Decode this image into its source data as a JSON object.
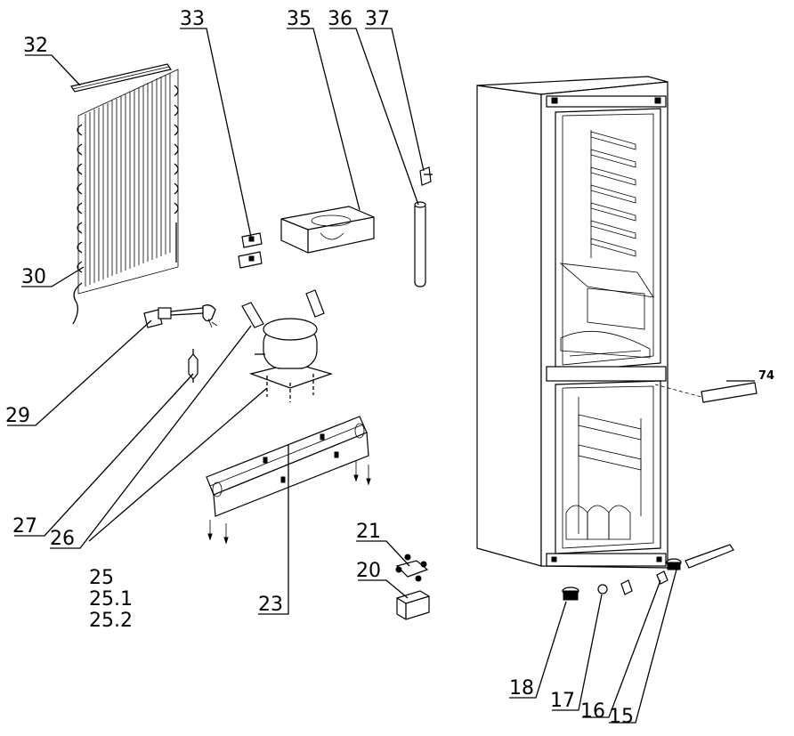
{
  "callouts": {
    "c32": "32",
    "c33": "33",
    "c35": "35",
    "c36": "36",
    "c37": "37",
    "c30": "30",
    "c29": "29",
    "c27": "27",
    "c26": "26",
    "c25": "25",
    "c25_1": "25.1",
    "c25_2": "25.2",
    "c23": "23",
    "c21": "21",
    "c20": "20",
    "c74": "74",
    "c18": "18",
    "c17": "17",
    "c16": "16",
    "c15": "15"
  }
}
